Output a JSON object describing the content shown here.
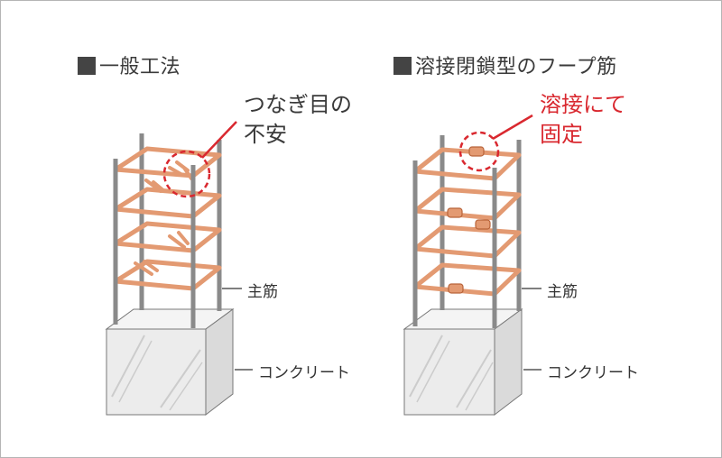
{
  "left": {
    "title": "一般工法",
    "note_line1": "つなぎ目の",
    "note_line2": "不安",
    "rebar_label": "主筋",
    "concrete_label": "コンクリート"
  },
  "right": {
    "title": "溶接閉鎖型のフープ筋",
    "note_line1": "溶接にて",
    "note_line2": "固定",
    "rebar_label": "主筋",
    "concrete_label": "コンクリート"
  },
  "colors": {
    "hoop": "#e39a72",
    "hoop_edge": "#b9643a",
    "rebar": "#8a8a8a",
    "highlight_red": "#d9282f",
    "concrete_front": "#ececec",
    "concrete_top": "#f4f4f4",
    "concrete_side": "#dadada"
  }
}
